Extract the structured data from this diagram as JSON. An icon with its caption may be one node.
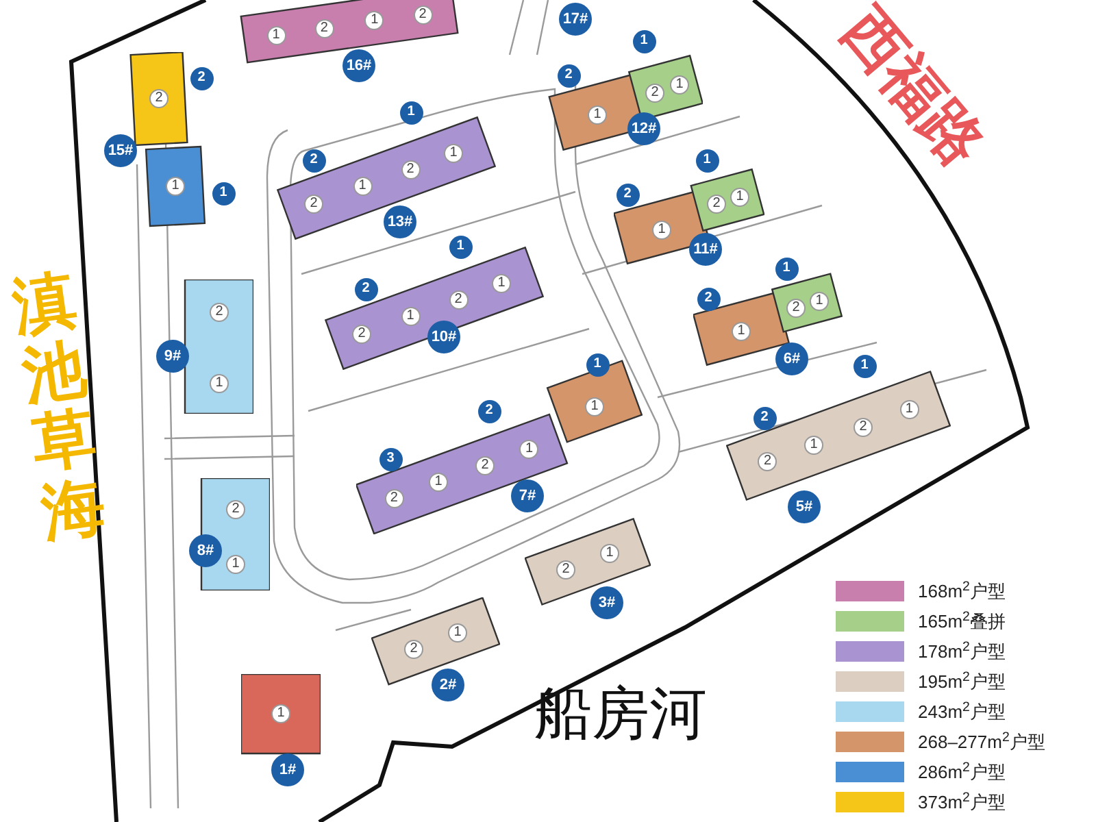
{
  "diagram": {
    "nodes": [
      {
        "text": [
          "1",
          "2",
          "1",
          "2",
          "16#"
        ]
      },
      {
        "text": [
          "2",
          "2",
          "15#",
          "1",
          "1"
        ]
      },
      {
        "text": [
          "1",
          "2",
          "1",
          "2",
          "1",
          "12#"
        ]
      },
      {
        "text": [
          "1",
          "2",
          "2",
          "1",
          "2",
          "1",
          "13#"
        ]
      },
      {
        "text": [
          "1",
          "2",
          "1",
          "2",
          "1",
          "11#"
        ]
      },
      {
        "text": [
          "1",
          "2",
          "2",
          "1",
          "2",
          "1",
          "10#"
        ]
      },
      {
        "text": [
          "1",
          "2",
          "1",
          "2",
          "1",
          "6#"
        ]
      },
      {
        "text": [
          "2",
          "9#",
          "1"
        ]
      },
      {
        "text": [
          "1",
          "1",
          "2",
          "3",
          "2",
          "1",
          "2",
          "1",
          "7#"
        ]
      },
      {
        "text": [
          "1",
          "2",
          "2",
          "1",
          "2",
          "1",
          "5#"
        ]
      },
      {
        "text": [
          "2",
          "8#",
          "1"
        ]
      },
      {
        "text": [
          "2",
          "1",
          "3#"
        ]
      },
      {
        "text": [
          "2",
          "1",
          "2#"
        ]
      },
      {
        "text": [
          "1",
          "1#"
        ]
      }
    ],
    "labels": [
      "17#",
      "西福路",
      "滇池草海",
      "船房河"
    ],
    "legend": [
      {
        "text": "168m$^{2}$户型",
        "color": "#c97fae"
      },
      {
        "text": "165m$^{2}$叠拼",
        "color": "#a6d08a"
      },
      {
        "text": "178m$^{2}$户型",
        "color": "#a993d1"
      },
      {
        "text": "195m$^{2}$户型",
        "color": "#dccfc2"
      },
      {
        "text": "243m$^{2}$户型",
        "color": "#a8d8f0"
      },
      {
        "text": "268–277m$^{2}$户型",
        "color": "#d4956a"
      },
      {
        "text": "286m$^{2}$户型",
        "color": "#4a8fd4"
      },
      {
        "text": "373m$^{2}$户型",
        "color": "#f5c518"
      }
    ]
  }
}
